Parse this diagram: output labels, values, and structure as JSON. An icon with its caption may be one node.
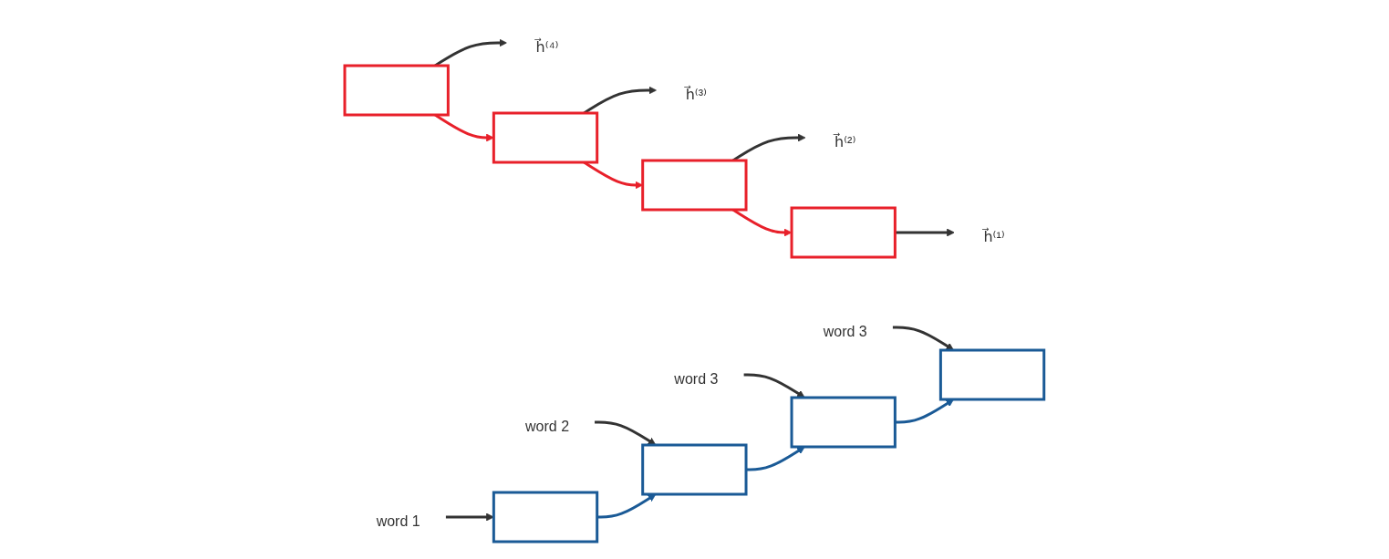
{
  "diagram": {
    "nodes": [
      {
        "text": [
          "h⃗⁽¹⁾"
        ]
      },
      {
        "text": [
          "h⃗⁽²⁾"
        ]
      },
      {
        "text": [
          "h⃗⁽³⁾"
        ]
      },
      {
        "text": [
          "h⃗⁽⁴⁾"
        ]
      },
      {
        "text": [],
        "shape": "box"
      },
      {
        "text": [],
        "shape": "box"
      },
      {
        "text": [],
        "shape": "box"
      },
      {
        "text": [],
        "shape": "box"
      },
      {
        "text": [],
        "shape": "box"
      },
      {
        "text": [],
        "shape": "box"
      },
      {
        "text": [],
        "shape": "box"
      },
      {
        "text": [],
        "shape": "box"
      },
      {
        "text": [
          "word 1"
        ]
      },
      {
        "text": [
          "word 2"
        ]
      },
      {
        "text": [
          "word 3"
        ]
      },
      {
        "text": [
          "word 3"
        ]
      }
    ],
    "edges": [
      {
        "from": 12,
        "to": 8,
        "arrow": "to"
      },
      {
        "from": 13,
        "to": 9,
        "arrow": "to"
      },
      {
        "from": 14,
        "to": 10,
        "arrow": "to"
      },
      {
        "from": 15,
        "to": 11,
        "arrow": "to"
      },
      {
        "from": 4,
        "to": 0,
        "arrow": "to"
      },
      {
        "from": 5,
        "to": 1,
        "arrow": "to"
      },
      {
        "from": 6,
        "to": 2,
        "arrow": "to"
      },
      {
        "from": 7,
        "to": 3,
        "arrow": "to"
      },
      {
        "from": 8,
        "to": 9,
        "arrow": "to",
        "color": "#1a5a96"
      },
      {
        "from": 9,
        "to": 10,
        "arrow": "to",
        "color": "#1a5a96"
      },
      {
        "from": 10,
        "to": 11,
        "arrow": "to",
        "color": "#1a5a96"
      },
      {
        "from": 5,
        "to": 4,
        "arrow": "to",
        "color": "#e8202a"
      },
      {
        "from": 6,
        "to": 5,
        "arrow": "to",
        "color": "#e8202a"
      },
      {
        "from": 7,
        "to": 6,
        "arrow": "to",
        "color": "#e8202a"
      }
    ]
  }
}
